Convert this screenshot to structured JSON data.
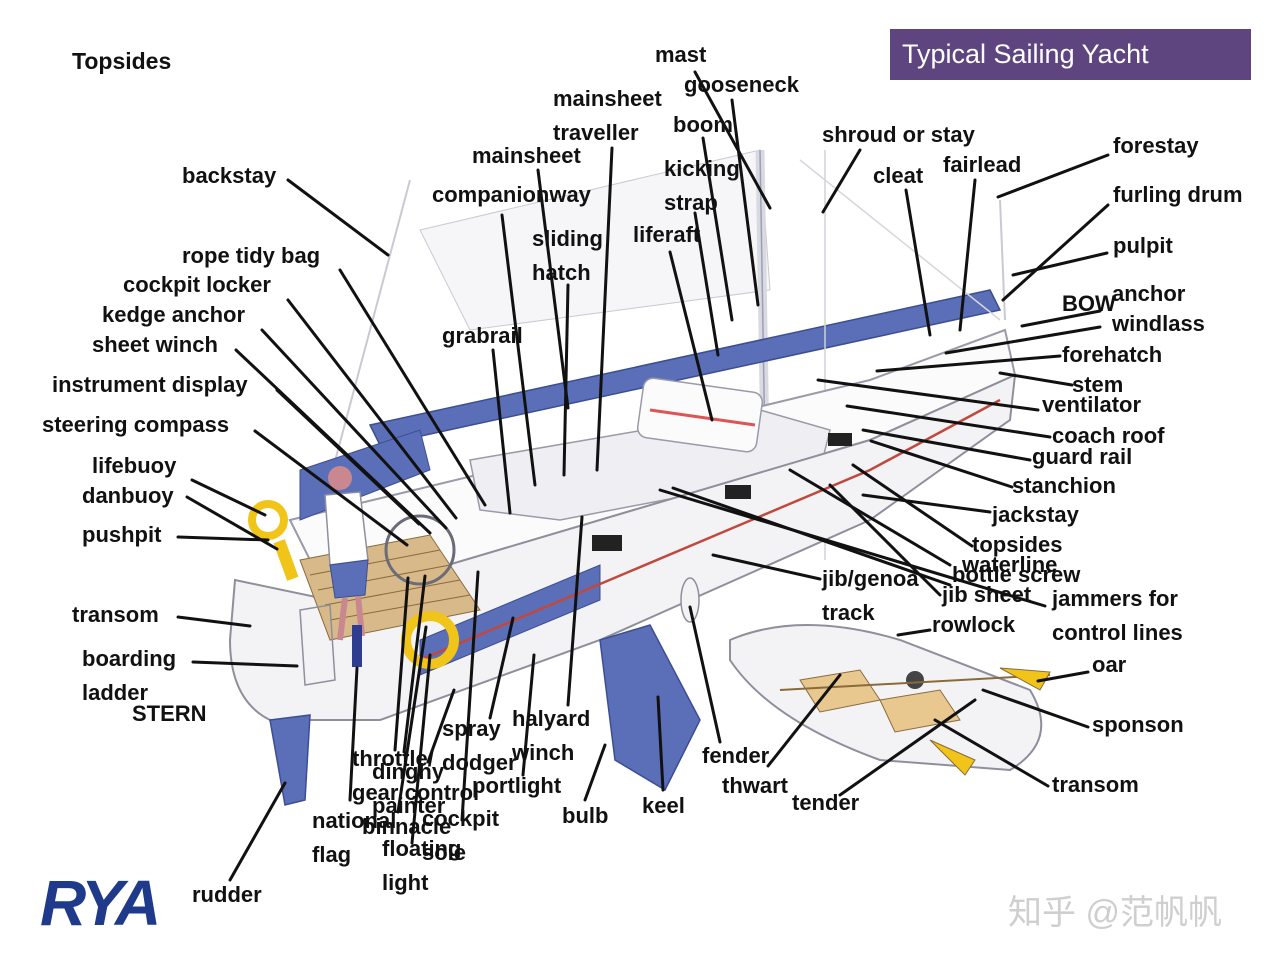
{
  "title": "Typical Sailing Yacht",
  "heading": "Topsides",
  "logo_text": "RYA",
  "watermark": "知乎 @范帆帆",
  "colors": {
    "title_bg": "#5e4580",
    "accent_blue": "#5a6fb8",
    "hull": "#f3f3f6",
    "logo": "#1f3a8a"
  },
  "labels": [
    {
      "id": "mast",
      "text": "mast"
    },
    {
      "id": "gooseneck",
      "text": "gooseneck"
    },
    {
      "id": "mainsheet-traveller",
      "text": "mainsheet\ntraveller"
    },
    {
      "id": "boom",
      "text": "boom"
    },
    {
      "id": "shroud-or-stay",
      "text": "shroud or stay"
    },
    {
      "id": "forestay",
      "text": "forestay"
    },
    {
      "id": "mainsheet",
      "text": "mainsheet"
    },
    {
      "id": "kicking-strap",
      "text": "kicking\nstrap"
    },
    {
      "id": "cleat",
      "text": "cleat"
    },
    {
      "id": "fairlead",
      "text": "fairlead"
    },
    {
      "id": "backstay",
      "text": "backstay"
    },
    {
      "id": "companionway",
      "text": "companionway"
    },
    {
      "id": "furling-drum",
      "text": "furling drum"
    },
    {
      "id": "sliding-hatch",
      "text": "sliding\nhatch"
    },
    {
      "id": "liferaft",
      "text": "liferaft"
    },
    {
      "id": "rope-tidy-bag",
      "text": "rope tidy bag"
    },
    {
      "id": "pulpit",
      "text": "pulpit"
    },
    {
      "id": "cockpit-locker",
      "text": "cockpit locker"
    },
    {
      "id": "bow",
      "text": "BOW"
    },
    {
      "id": "anchor-windlass",
      "text": "anchor\nwindlass"
    },
    {
      "id": "kedge-anchor",
      "text": "kedge anchor"
    },
    {
      "id": "grabrail",
      "text": "grabrail"
    },
    {
      "id": "sheet-winch",
      "text": "sheet winch"
    },
    {
      "id": "forehatch",
      "text": "forehatch"
    },
    {
      "id": "instrument-display",
      "text": "instrument display"
    },
    {
      "id": "stem",
      "text": "stem"
    },
    {
      "id": "ventilator",
      "text": "ventilator"
    },
    {
      "id": "steering-compass",
      "text": "steering compass"
    },
    {
      "id": "coach-roof",
      "text": "coach roof"
    },
    {
      "id": "guard-rail",
      "text": "guard rail"
    },
    {
      "id": "lifebuoy",
      "text": "lifebuoy"
    },
    {
      "id": "stanchion",
      "text": "stanchion"
    },
    {
      "id": "danbuoy",
      "text": "danbuoy"
    },
    {
      "id": "jackstay",
      "text": "jackstay"
    },
    {
      "id": "pushpit",
      "text": "pushpit"
    },
    {
      "id": "topsides",
      "text": "topsides"
    },
    {
      "id": "waterline",
      "text": "waterline"
    },
    {
      "id": "jib-genoa-track",
      "text": "jib/genoa\ntrack"
    },
    {
      "id": "bottle-screw",
      "text": "bottle screw"
    },
    {
      "id": "jib-sheet",
      "text": "jib sheet"
    },
    {
      "id": "jammers",
      "text": "jammers for\ncontrol lines"
    },
    {
      "id": "transom",
      "text": "transom"
    },
    {
      "id": "rowlock",
      "text": "rowlock"
    },
    {
      "id": "boarding-ladder",
      "text": "boarding\nladder"
    },
    {
      "id": "oar",
      "text": "oar"
    },
    {
      "id": "stern",
      "text": "STERN"
    },
    {
      "id": "halyard-winch",
      "text": "halyard\nwinch"
    },
    {
      "id": "spray-dodger",
      "text": "spray\ndodger"
    },
    {
      "id": "sponson",
      "text": "sponson"
    },
    {
      "id": "throttle-gear-control",
      "text": "throttle/\ngear control"
    },
    {
      "id": "dinghy-painter",
      "text": "dinghy\npainter"
    },
    {
      "id": "fender",
      "text": "fender"
    },
    {
      "id": "thwart",
      "text": "thwart"
    },
    {
      "id": "portlight",
      "text": "portlight"
    },
    {
      "id": "transom-dinghy",
      "text": "transom"
    },
    {
      "id": "keel",
      "text": "keel"
    },
    {
      "id": "tender",
      "text": "tender"
    },
    {
      "id": "bulb",
      "text": "bulb"
    },
    {
      "id": "national-flag",
      "text": "national\nflag"
    },
    {
      "id": "binnacle",
      "text": "binnacle"
    },
    {
      "id": "cockpit-sole",
      "text": "cockpit\nsole"
    },
    {
      "id": "floating-light",
      "text": "floating\nlight"
    },
    {
      "id": "rudder",
      "text": "rudder"
    }
  ]
}
